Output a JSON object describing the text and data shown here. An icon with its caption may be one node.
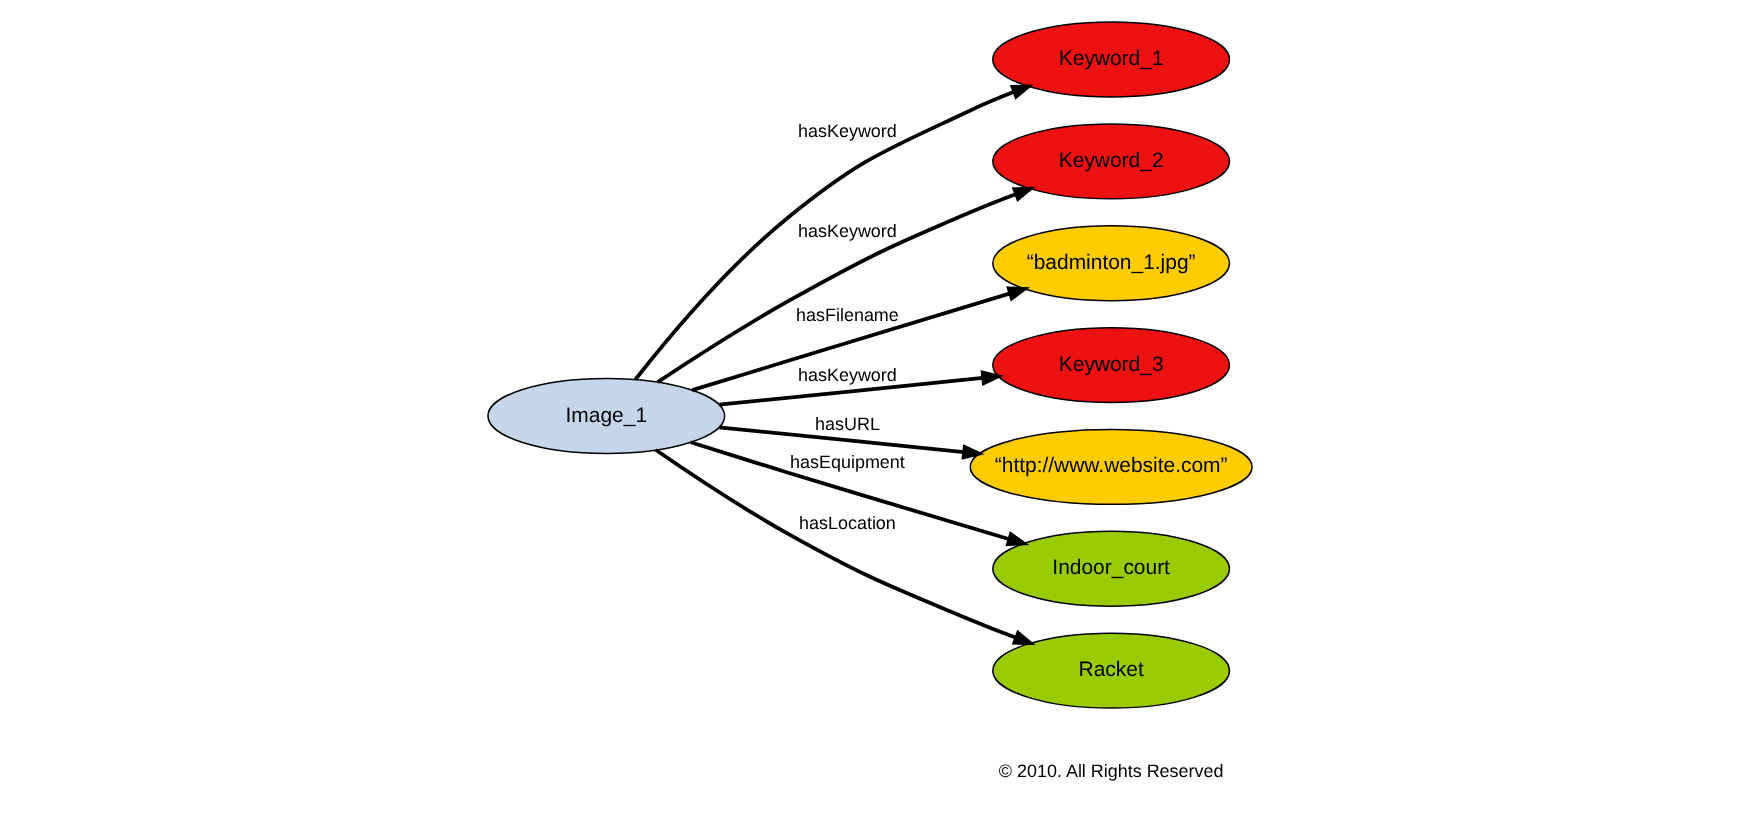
{
  "diagram": {
    "nodes": [
      {
        "text": [
          "Keyword_1"
        ]
      },
      {
        "text": [
          "Keyword_2"
        ]
      },
      {
        "text": [
          "“badminton_1.jpg”"
        ]
      },
      {
        "text": [
          "Keyword_3"
        ]
      },
      {
        "text": [
          "Image_1"
        ]
      },
      {
        "text": [
          "“http://www.website.com”"
        ]
      },
      {
        "text": [
          "Indoor_court"
        ]
      },
      {
        "text": [
          "Racket"
        ]
      }
    ],
    "edges": [
      {
        "from": 4,
        "to": 0,
        "arrow": "to",
        "label": "hasKeyword"
      },
      {
        "from": 4,
        "to": 1,
        "arrow": "to",
        "label": "hasKeyword"
      },
      {
        "from": 4,
        "to": 3,
        "arrow": "to",
        "label": "hasKeyword"
      },
      {
        "from": 4,
        "to": 2,
        "arrow": "to",
        "label": "hasFilename"
      },
      {
        "from": 4,
        "to": 5,
        "arrow": "to",
        "label": "hasURL"
      },
      {
        "from": 4,
        "to": 6,
        "arrow": "to",
        "label": "hasEquipment"
      },
      {
        "from": 4,
        "to": 7,
        "arrow": "to",
        "label": "hasLocation"
      }
    ],
    "labels": [
      "© 2010. All Rights Reserved"
    ]
  }
}
